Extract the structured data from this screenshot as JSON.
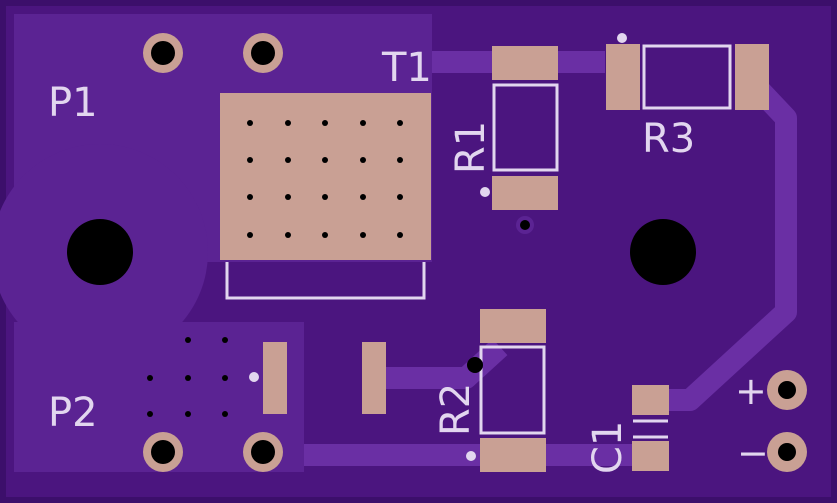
{
  "labels": {
    "p1": "P1",
    "p2": "P2",
    "t1": "T1",
    "r1": "R1",
    "r2": "R2",
    "r3": "R3",
    "c1": "C1",
    "plus": "+",
    "minus": "−"
  },
  "colors": {
    "board": "#4b157f",
    "board_edge": "#3c0f6b",
    "copper_pour": "#5b2393",
    "trace": "#6a2fa4",
    "pad": "#c9a094",
    "silkscreen": "#e2d6ef",
    "drill": "#000000"
  }
}
